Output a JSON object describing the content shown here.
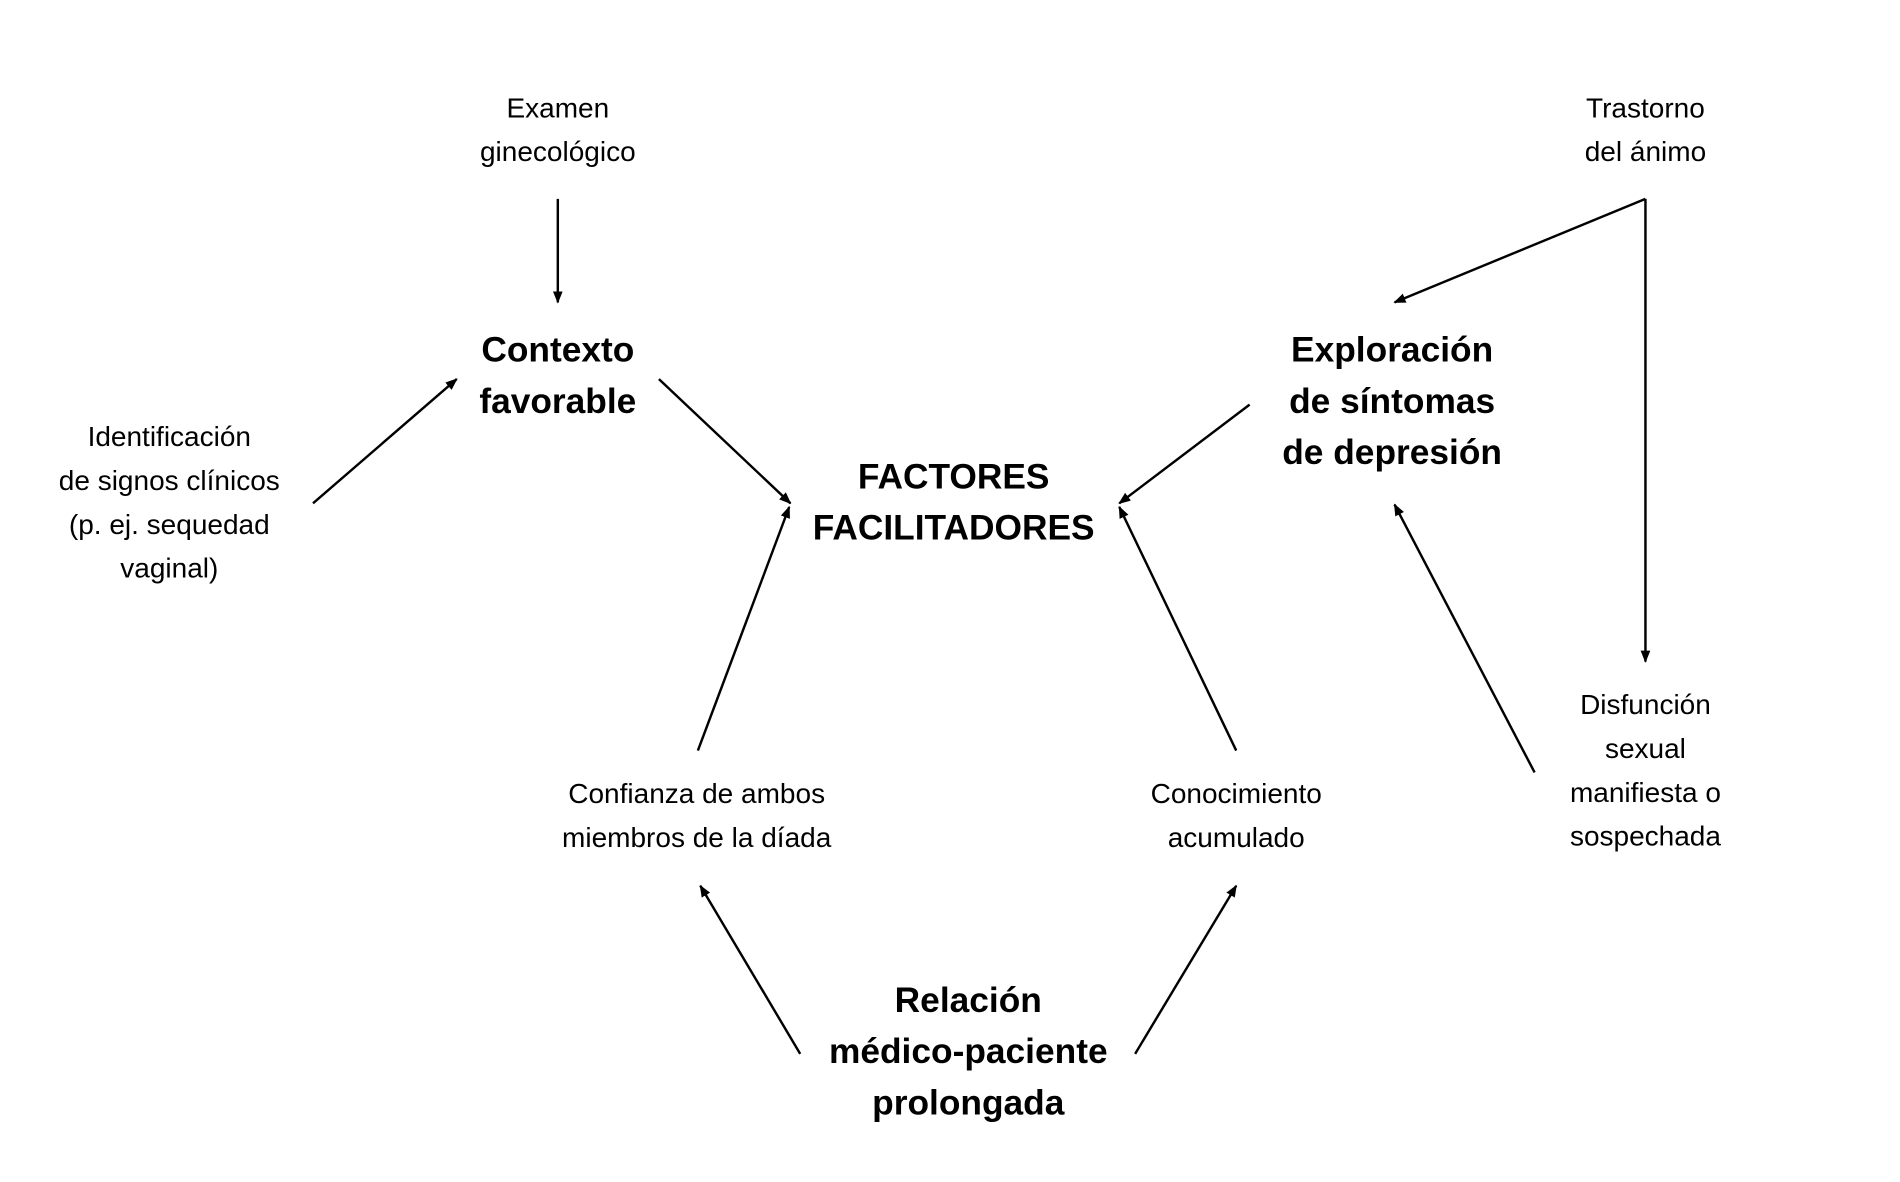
{
  "center": {
    "lines": [
      "FACTORES",
      "FACILITADORES"
    ]
  },
  "contexto": {
    "lines": [
      "Contexto",
      "favorable"
    ]
  },
  "examen": {
    "lines": [
      "Examen",
      "ginecológico"
    ]
  },
  "identificacion": {
    "lines": [
      "Identificación",
      "de signos clínicos",
      "(p. ej. sequedad",
      "vaginal)"
    ]
  },
  "exploracion": {
    "lines": [
      "Exploración",
      "de síntomas",
      "de depresión"
    ]
  },
  "trastorno": {
    "lines": [
      "Trastorno",
      "del ánimo"
    ]
  },
  "disfuncion": {
    "lines": [
      "Disfunción",
      "sexual",
      "manifiesta o",
      "sospechada"
    ]
  },
  "confianza": {
    "lines": [
      "Confianza de ambos",
      "miembros de la díada"
    ]
  },
  "conocimiento": {
    "lines": [
      "Conocimiento",
      "acumulado"
    ]
  },
  "relacion": {
    "lines": [
      "Relación",
      "médico-paciente",
      "prolongada"
    ]
  }
}
